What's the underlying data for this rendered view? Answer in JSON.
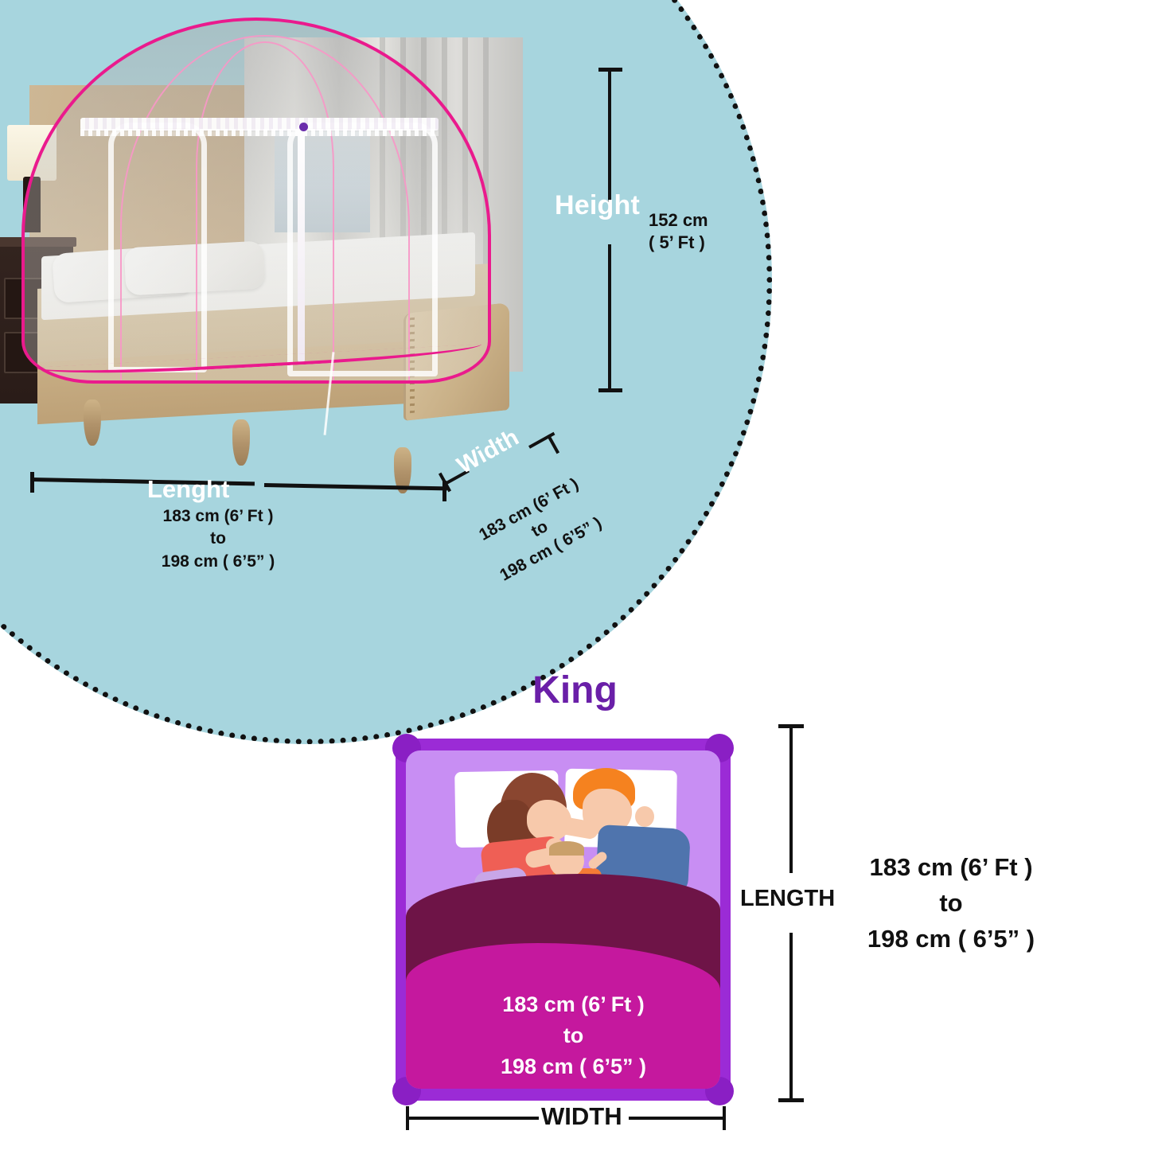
{
  "product": {
    "type": "foldable-pop-up-mosquito-net",
    "size_name": "King"
  },
  "top_panel": {
    "background_color": "#a7d5de",
    "border_style": "dotted",
    "dimensions": {
      "height": {
        "label": "Height",
        "value": "152 cm\n( 5’ Ft )"
      },
      "length": {
        "label": "Lenght",
        "value": "183 cm (6’ Ft )\nto\n198 cm ( 6’5” )"
      },
      "width": {
        "label": "Width",
        "value": "183 cm (6’ Ft )\nto\n198 cm ( 6’5” )"
      }
    }
  },
  "bottom_panel": {
    "title": "King",
    "title_color": "#6a1fa8",
    "bed_inner_text": "183 cm (6’ Ft )\nto\n198 cm ( 6’5” )",
    "length": {
      "label": "LENGTH",
      "value": "183 cm (6’ Ft )\nto\n198 cm ( 6’5” )"
    },
    "width": {
      "label": "WIDTH"
    },
    "colors": {
      "frame": "#9b2bd6",
      "sheet": "#c88ef3",
      "blanket_dark": "#6e1447",
      "blanket_magenta": "#c5189e"
    }
  },
  "net_colors": {
    "trim": "#ea1a8d",
    "rib": "#f797c7"
  }
}
